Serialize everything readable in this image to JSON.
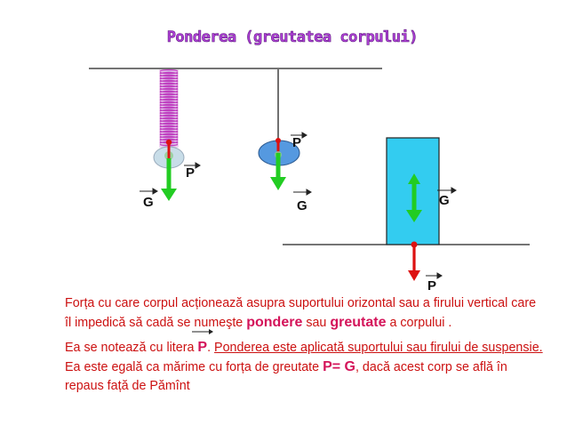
{
  "title": "Ponderea (greutatea corpului)",
  "labels": {
    "spring_P": "P",
    "spring_G": "G",
    "ball_P": "P",
    "ball_G": "G",
    "block_G": "G",
    "block_P": "P"
  },
  "colors": {
    "weight_arrow": "#22cc22",
    "ponder_arrow": "#dd1111",
    "block": "#33ccf0",
    "ellipse": "#5599e0",
    "text": "#cc1111",
    "title": "#b040d8"
  },
  "paragraph1": {
    "before": "Forța cu care corpul acționează asupra suportului orizontal sau a firului vertical care îl impedică să cadă se numeşte ",
    "term1": "pondere",
    "mid": " sau ",
    "term2": "greutate",
    "after": " a corpului ."
  },
  "paragraph2": {
    "before": "Ea se notează cu litera ",
    "letter": "P",
    "dot": ". ",
    "underlined": "Ponderea este aplicată suportului sau firului de suspensie.",
    "mid": " Ea este egală ca mărime cu forța de greutate ",
    "formula": "P= G",
    "after": ", dacă acest corp se află în repaus față de Pămînt"
  }
}
